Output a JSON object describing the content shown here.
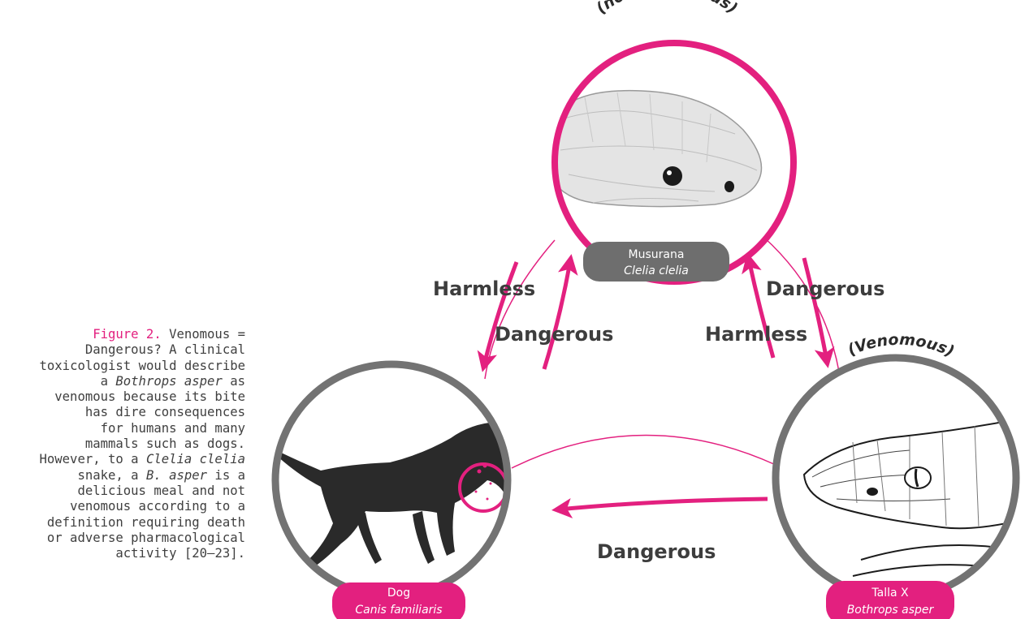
{
  "caption": {
    "label": "Figure 2.",
    "lines": [
      [
        {
          "t": "label",
          "v": "Figure 2."
        },
        {
          "t": "n",
          "v": " Venomous ="
        }
      ],
      [
        {
          "t": "n",
          "v": "Dangerous? A clinical"
        }
      ],
      [
        {
          "t": "n",
          "v": "toxicologist would describe"
        }
      ],
      [
        {
          "t": "n",
          "v": "a "
        },
        {
          "t": "i",
          "v": "Bothrops asper"
        },
        {
          "t": "n",
          "v": " as"
        }
      ],
      [
        {
          "t": "n",
          "v": "venomous because its bite"
        }
      ],
      [
        {
          "t": "n",
          "v": "has dire consequences"
        }
      ],
      [
        {
          "t": "n",
          "v": "for humans and many"
        }
      ],
      [
        {
          "t": "n",
          "v": "mammals such as dogs."
        }
      ],
      [
        {
          "t": "n",
          "v": "However, to a "
        },
        {
          "t": "i",
          "v": "Clelia clelia"
        }
      ],
      [
        {
          "t": "n",
          "v": "snake, a "
        },
        {
          "t": "i",
          "v": "B. asper"
        },
        {
          "t": "n",
          "v": " is a"
        }
      ],
      [
        {
          "t": "n",
          "v": "delicious meal and not"
        }
      ],
      [
        {
          "t": "n",
          "v": "venomous according to a"
        }
      ],
      [
        {
          "t": "n",
          "v": "definition requiring death"
        }
      ],
      [
        {
          "t": "n",
          "v": "or adverse pharmacological"
        }
      ],
      [
        {
          "t": "n",
          "v": "activity [20–23]."
        }
      ]
    ]
  },
  "nodes": {
    "musurana": {
      "name": "Musurana",
      "scientific": "Clelia clelia",
      "tag": "(non-venomous)"
    },
    "dog": {
      "name": "Dog",
      "scientific": "Canis familiaris"
    },
    "talla": {
      "name": "Talla X",
      "scientific": "Bothrops asper",
      "tag": "(Venomous)"
    }
  },
  "edges": {
    "dog_to_musurana": "Dangerous",
    "musurana_to_dog": "Harmless",
    "talla_to_musurana": "Harmless",
    "musurana_to_talla": "Dangerous",
    "talla_to_dog": "Dangerous"
  },
  "colors": {
    "accent": "#e3207f",
    "ring_gray": "#737373",
    "pill_gray": "#6e6e6e",
    "text": "#3d3d3d"
  }
}
